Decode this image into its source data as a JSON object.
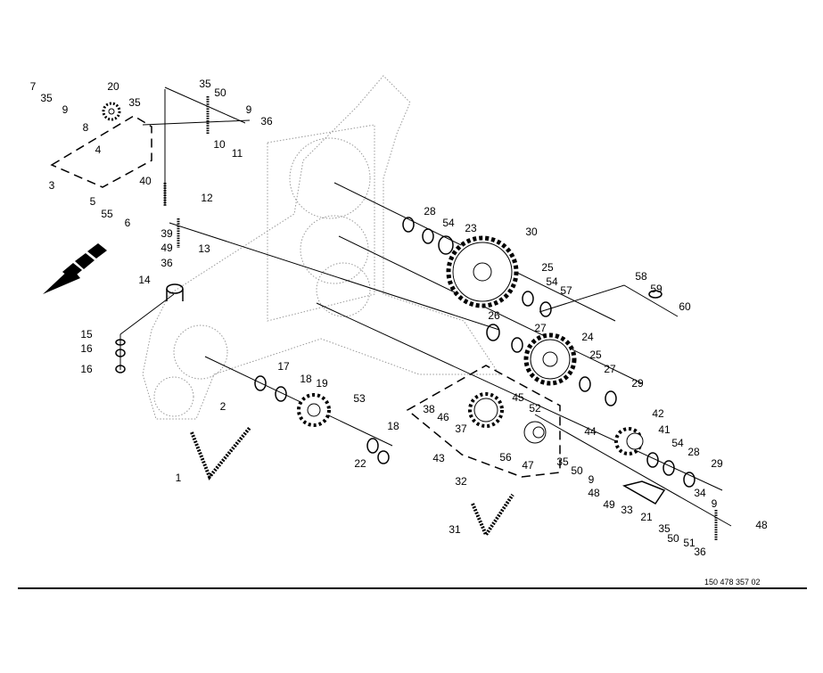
{
  "diagram": {
    "part_numbers": [
      "7",
      "35",
      "9",
      "8",
      "4",
      "3",
      "5",
      "55",
      "6",
      "20",
      "35",
      "35",
      "50",
      "9",
      "36",
      "10",
      "11",
      "40",
      "12",
      "39",
      "49",
      "36",
      "13",
      "14",
      "15",
      "16",
      "16",
      "17",
      "18",
      "19",
      "53",
      "2",
      "1",
      "18",
      "22",
      "28",
      "54",
      "23",
      "30",
      "25",
      "54",
      "57",
      "58",
      "59",
      "60",
      "26",
      "27",
      "24",
      "25",
      "27",
      "29",
      "45",
      "52",
      "38",
      "46",
      "37",
      "44",
      "42",
      "41",
      "54",
      "28",
      "29",
      "43",
      "56",
      "47",
      "35",
      "50",
      "9",
      "48",
      "49",
      "33",
      "34",
      "21",
      "35",
      "9",
      "50",
      "51",
      "36",
      "48",
      "32",
      "31"
    ],
    "drawing_number": "150 478 357 02",
    "direction_arrow": "travel-direction-arrow-icon"
  }
}
